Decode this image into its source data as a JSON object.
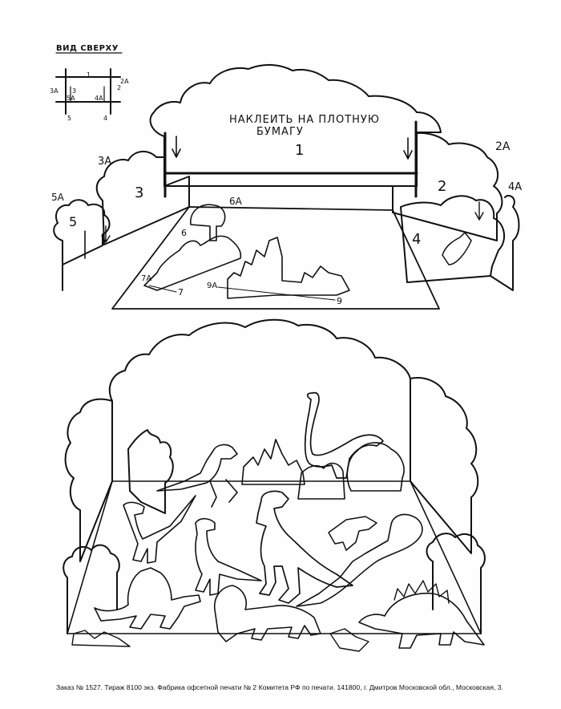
{
  "top_view": {
    "title": "ВИД СВЕРХУ",
    "labels": [
      "1",
      "2",
      "3",
      "2А",
      "3А",
      "4",
      "4А",
      "5",
      "5А"
    ]
  },
  "assembly": {
    "instruction_line1": "НАКЛЕИТЬ НА ПЛОТНУЮ",
    "instruction_line2": "БУМАГУ",
    "part_labels": [
      "1",
      "2",
      "2А",
      "3",
      "3А",
      "4",
      "4А",
      "5",
      "5А",
      "6",
      "6А",
      "7",
      "7А",
      "9",
      "9А"
    ]
  },
  "footer": {
    "text": "Заказ № 1527. Тираж 8100 экз. Фабрика офсетной печати № 2 Комитета РФ по печати. 141800, г. Дмитров Московской обл., Московская, 3."
  }
}
